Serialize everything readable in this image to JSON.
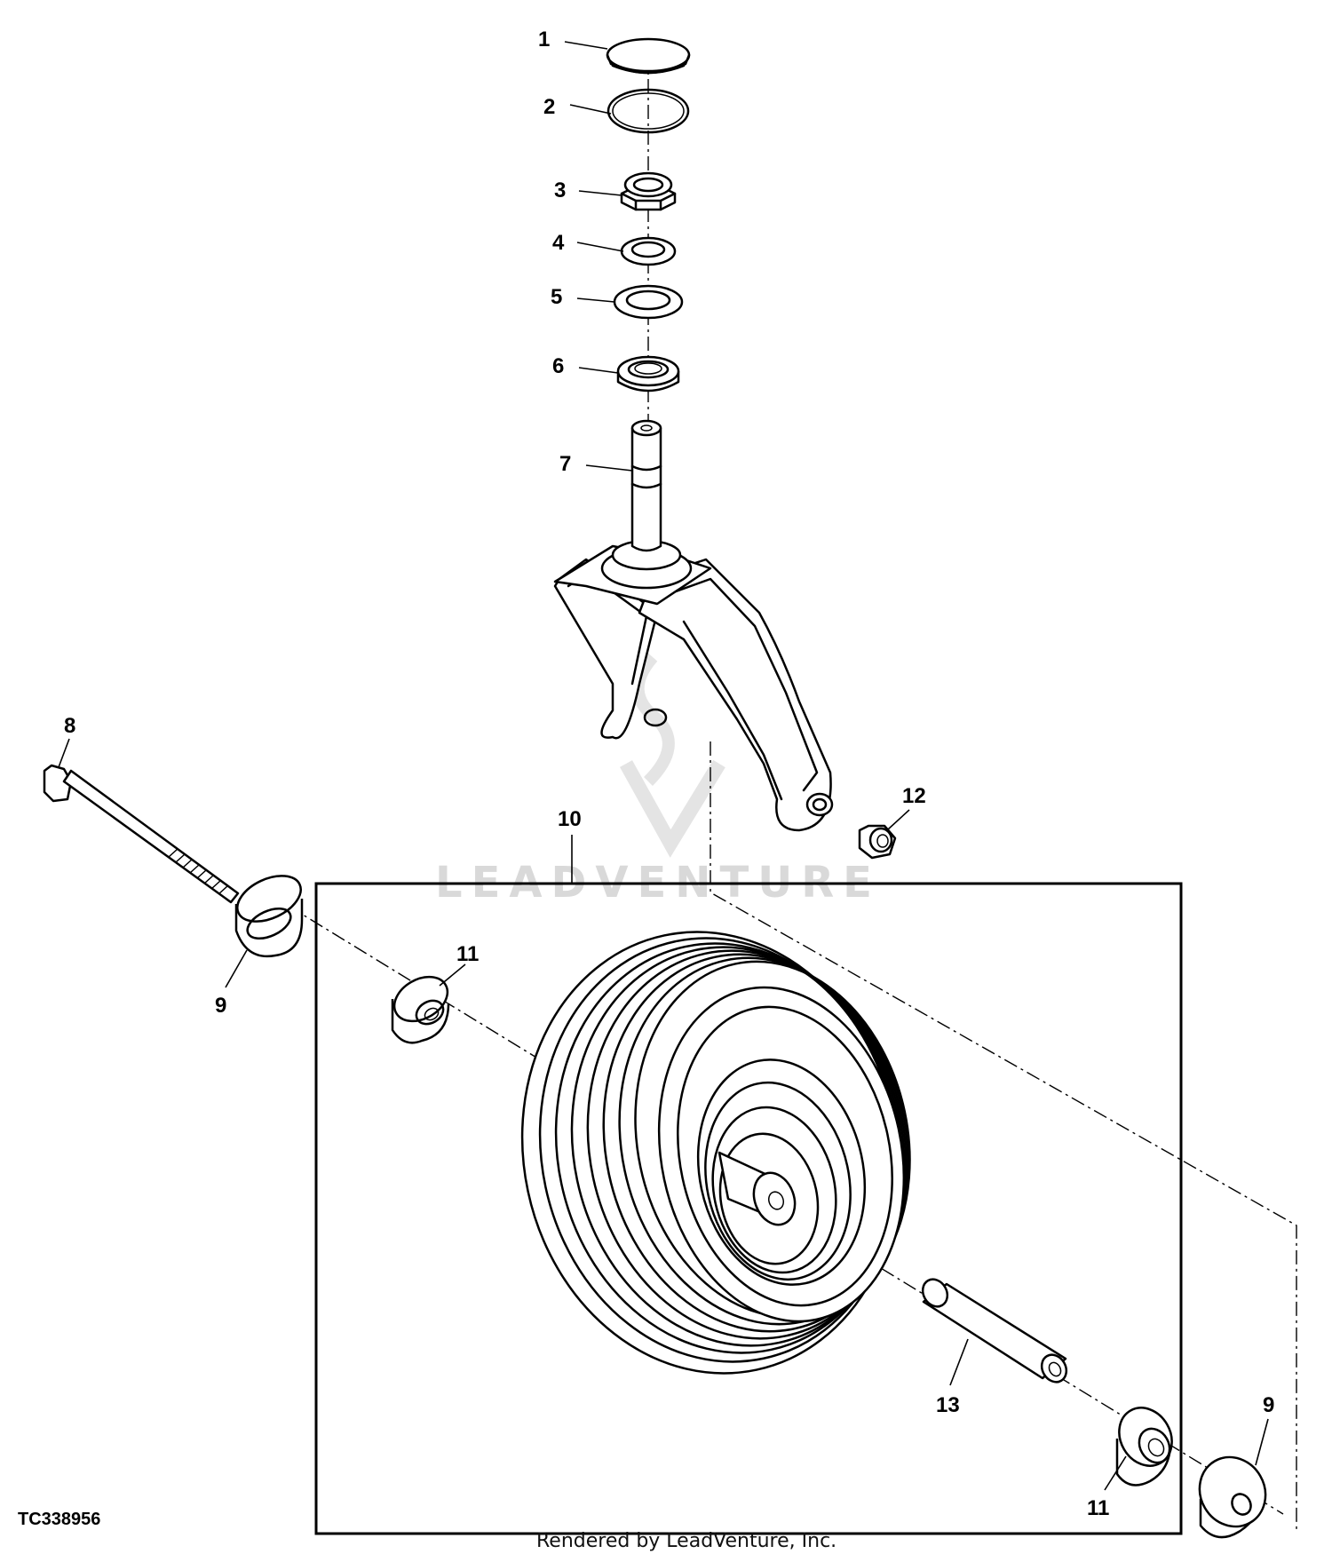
{
  "figure_id": "TC338956",
  "credit": "Rendered by LeadVenture, Inc.",
  "watermark": "LEADVENTURE",
  "callouts": {
    "c1": "1",
    "c2": "2",
    "c3": "3",
    "c4": "4",
    "c5": "5",
    "c6": "6",
    "c7": "7",
    "c8": "8",
    "c9a": "9",
    "c9b": "9",
    "c10": "10",
    "c11a": "11",
    "c11b": "11",
    "c12": "12",
    "c13": "13"
  }
}
